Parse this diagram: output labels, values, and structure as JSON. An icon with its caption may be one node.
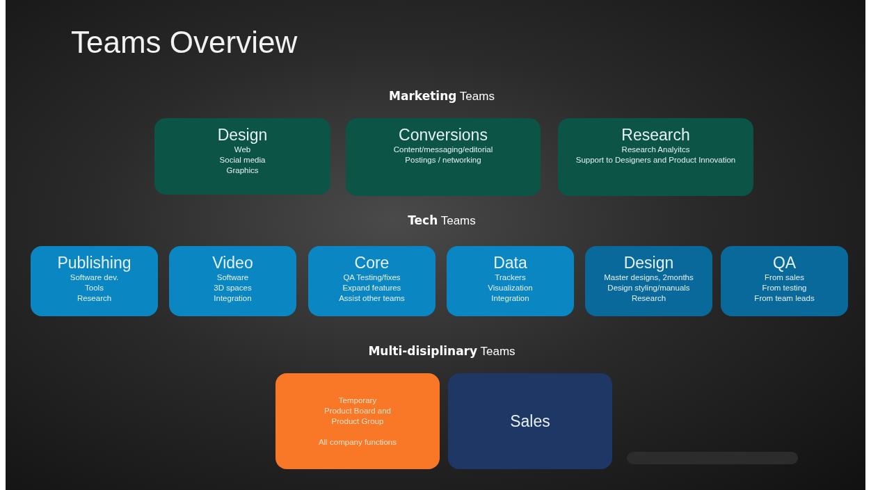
{
  "diagram": {
    "title": "Teams Overview",
    "nodes": [
      {
        "text": [
          "Design",
          "Web",
          "Social media",
          "Graphics"
        ]
      },
      {
        "text": [
          "Conversions",
          "Content/messaging/editorial",
          "Postings / networking"
        ]
      },
      {
        "text": [
          "Research",
          "Research Analyitcs",
          "Support to Designers and Product Innovation"
        ]
      },
      {
        "text": [
          "Publishing",
          "Software dev.",
          "Tools",
          "Research"
        ]
      },
      {
        "text": [
          "Video",
          "Software",
          "3D spaces",
          "Integration"
        ]
      },
      {
        "text": [
          "Core",
          "QA Testing/fixes",
          "Expand features",
          "Assist other teams"
        ]
      },
      {
        "text": [
          "Data",
          "Trackers",
          "Visualization",
          "Integration"
        ]
      },
      {
        "text": [
          "Design",
          "Master designs, 2months",
          "Design styling/manuals",
          "Research"
        ]
      },
      {
        "text": [
          "QA",
          "From sales",
          "From testing",
          "From team leads"
        ]
      },
      {
        "text": [
          "Temporary",
          "Product Board and Product Group",
          "All company functions"
        ]
      },
      {
        "text": [
          "Sales"
        ]
      }
    ],
    "labels": [
      "**Marketing** Teams",
      "**Tech** Teams",
      "**Multi-disiplinary** Teams"
    ]
  }
}
